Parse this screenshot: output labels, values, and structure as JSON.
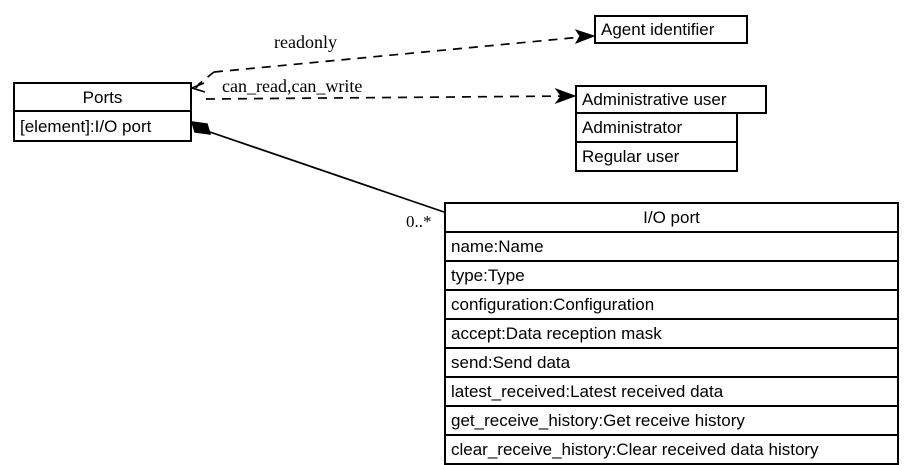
{
  "diagram": {
    "kind": "uml-class-diagram",
    "background_color": "#ffffff",
    "stroke_color": "#000000",
    "classes": {
      "ports": {
        "name": "Ports",
        "attributes": [
          "[element]:I/O port"
        ]
      },
      "agent_identifier": {
        "name": "Agent identifier",
        "attributes": []
      },
      "administrative_user": {
        "name": "Administrative user",
        "attributes": [
          "Administrator",
          "Regular user"
        ]
      },
      "io_port": {
        "name": "I/O port",
        "attributes": [
          "name:Name",
          "type:Type",
          "configuration:Configuration",
          "accept:Data reception mask",
          "send:Send data",
          "latest_received:Latest received data",
          "get_receive_history:Get receive history",
          "clear_receive_history:Clear received data history"
        ]
      }
    },
    "edges": {
      "readonly": {
        "label": "readonly",
        "style": "dashed",
        "arrowhead": "solid-triangle",
        "from": "agent_identifier",
        "to": "ports"
      },
      "can_read_can_write": {
        "label": "can_read,can_write",
        "style": "dashed",
        "arrowhead": "solid-triangle",
        "from": "ports",
        "to": "administrative_user"
      },
      "composition": {
        "label": "0..*",
        "style": "solid",
        "arrowhead": "filled-diamond",
        "from": "ports",
        "to": "io_port"
      }
    }
  }
}
